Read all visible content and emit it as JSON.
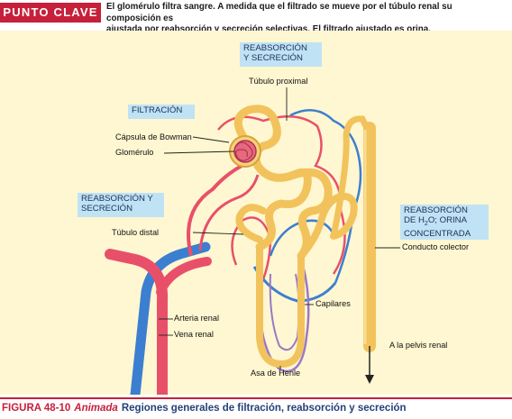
{
  "header": {
    "badge": "PUNTO CLAVE",
    "line1": "El glomérulo filtra sangre. A medida que el filtrado se mueve por el túbulo renal su composición es",
    "line2": "ajustada por reabsorción y secreción selectivas. El filtrado ajustado es orina."
  },
  "boxes": {
    "reab_sec_top_1": "REABSORCIÓN",
    "reab_sec_top_2": "Y SECRECIÓN",
    "filtracion": "FILTRACIÓN",
    "reab_sec_left_1": "REABSORCIÓN Y",
    "reab_sec_left_2": "SECRECIÓN",
    "reab_h2o_1": "REABSORCIÓN",
    "reab_h2o_2a": "DE H",
    "reab_h2o_2sub": "2",
    "reab_h2o_2b": "O; ORINA",
    "reab_h2o_3": "CONCENTRADA"
  },
  "labels": {
    "tubulo_proximal": "Túbulo proximal",
    "capsula_bowman": "Cápsula de Bowman",
    "glomerulo": "Glomérulo",
    "tubulo_distal": "Túbulo distal",
    "conducto_colector": "Conducto colector",
    "capilares": "Capilares",
    "arteria_renal": "Arteria renal",
    "vena_renal": "Vena renal",
    "pelvis_renal": "A la pelvis renal",
    "asa_henle": "Asa de Henle"
  },
  "caption": {
    "figure_number": "FIGURA 48-10",
    "tag": "Animada",
    "title": "Regiones generales de filtración, reabsorción y secreción"
  },
  "colors": {
    "accent": "#c6203a",
    "caption_text": "#24417a",
    "panel_bg": "#fff7d1",
    "label_box": "#bfe3f4",
    "tubule": "#f2c35c",
    "artery": "#e8506a",
    "vein": "#3c7fd0",
    "capillary": "#9a78c8"
  }
}
